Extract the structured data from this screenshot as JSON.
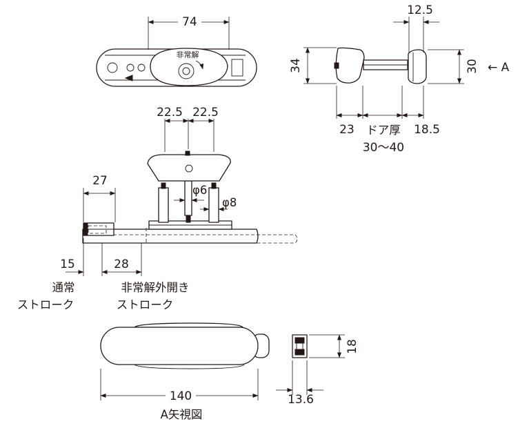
{
  "dimensions": {
    "top_width": "74",
    "knob_thickness": "12.5",
    "side_height_left": "34",
    "side_height_right": "30",
    "view_a_arrow": "← A",
    "outer_depth": "23",
    "door_thickness_label": "ドア厚",
    "door_thickness_range": "30〜40",
    "inner_depth": "18.5",
    "spacing_left": "22.5",
    "spacing_right": "22.5",
    "shaft_dia_6": "φ6",
    "shaft_dia_8": "φ8",
    "bolt_projection": "27",
    "normal_stroke_value": "15",
    "emergency_stroke_value": "28",
    "base_length": "140",
    "bolt_width": "13.6",
    "bolt_height": "18"
  },
  "labels": {
    "normal_stroke_line1": "通常",
    "normal_stroke_line2": "ストローク",
    "emergency_stroke_line1": "非常解外開き",
    "emergency_stroke_line2": "ストローク",
    "knob_marking": "非常解",
    "view_a_caption": "A矢視図"
  },
  "colors": {
    "line": "#231815",
    "background": "#ffffff"
  }
}
